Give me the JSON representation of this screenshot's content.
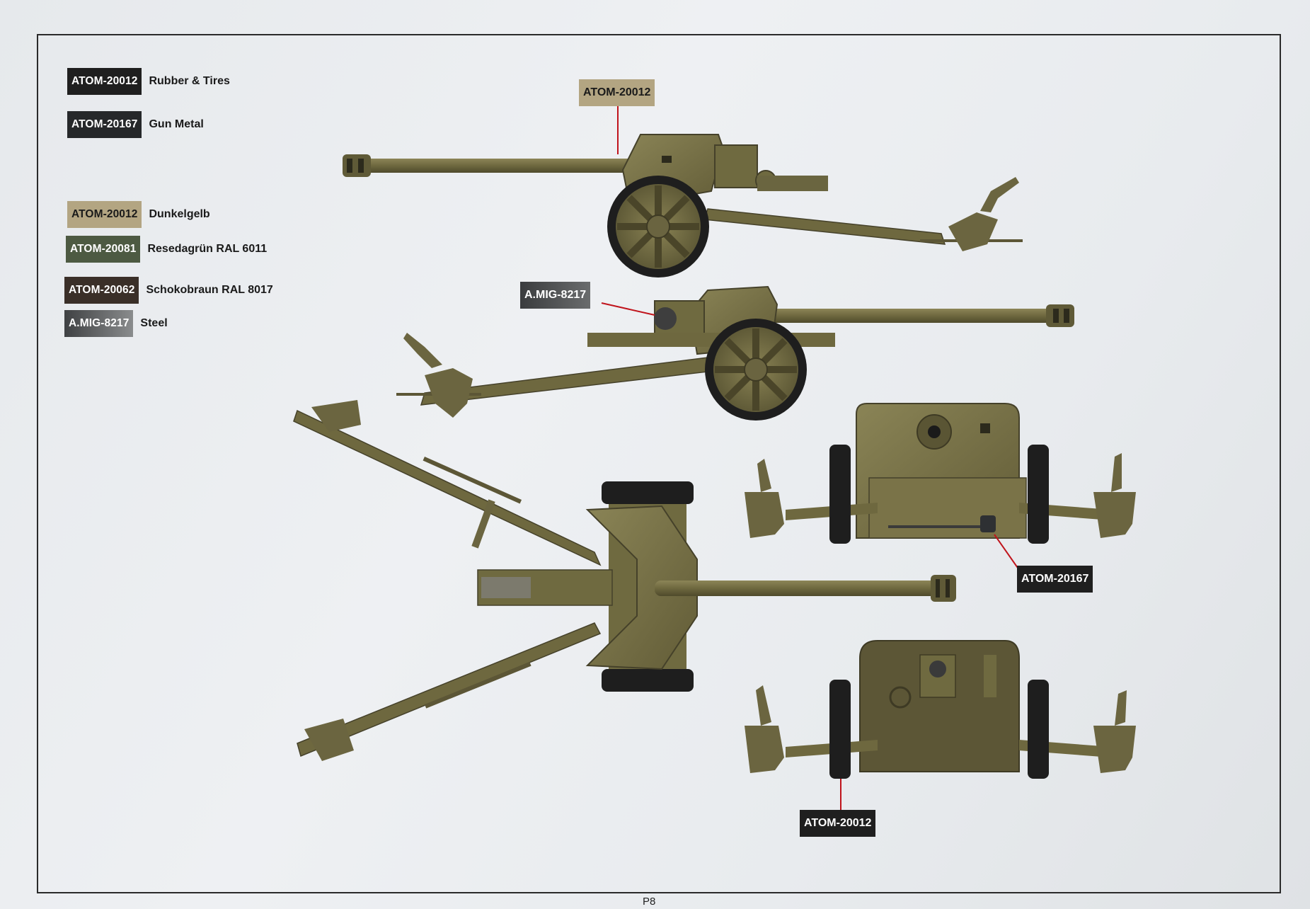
{
  "legend": {
    "items": [
      {
        "code": "ATOM-20012",
        "label": "Rubber & Tires",
        "bg": "#1f1f1f",
        "fg": "#ffffff"
      },
      {
        "code": "ATOM-20167",
        "label": "Gun Metal",
        "bg": "#26282a",
        "fg": "#ffffff"
      },
      {
        "code": "ATOM-20012",
        "label": "Dunkelgelb",
        "bg": "#b3a582",
        "fg": "#1a1a1a"
      },
      {
        "code": "ATOM-20081",
        "label": "Resedagrün RAL 6011",
        "bg": "#4d5a42",
        "fg": "#ffffff"
      },
      {
        "code": "ATOM-20062",
        "label": "Schokobraun RAL 8017",
        "bg": "#3a2f28",
        "fg": "#ffffff"
      },
      {
        "code": "A.MIG-8217",
        "label": "Steel",
        "bg": "#6b6d6e",
        "fg": "#ffffff"
      }
    ]
  },
  "callouts": {
    "top": {
      "text": "ATOM-20012",
      "bg": "#b3a582",
      "fg": "#1a1a1a"
    },
    "mid": {
      "text": "A.MIG-8217",
      "bg": "#505254",
      "fg": "#ffffff"
    },
    "front": {
      "text": "ATOM-20167",
      "bg": "#1f1f1f",
      "fg": "#ffffff"
    },
    "rear": {
      "text": "ATOM-20012",
      "bg": "#1f1f1f",
      "fg": "#ffffff"
    }
  },
  "page_number": "P8",
  "colors": {
    "olive": "#7a7348",
    "olive_dark": "#5c5636",
    "rubber": "#1e1e1e",
    "leader": "#c0141c"
  }
}
